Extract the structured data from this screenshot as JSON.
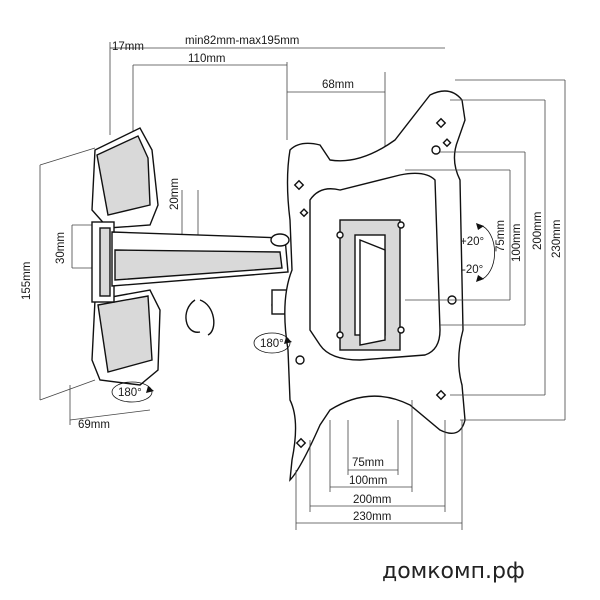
{
  "dimensions": {
    "top_range": "min82mm-max195mm",
    "d17": "17mm",
    "d110": "110mm",
    "d68": "68mm",
    "d20": "20mm",
    "d30": "30mm",
    "d155": "155mm",
    "d69": "69mm",
    "v75": "75mm",
    "v100": "100mm",
    "v200": "200mm",
    "v230": "230mm",
    "h75": "75mm",
    "h100": "100mm",
    "h200": "200mm",
    "h230": "230mm"
  },
  "rotations": {
    "tilt_up": "+20°",
    "tilt_down": "-20°",
    "swivel_arm": "180°",
    "swivel_wall": "180°"
  },
  "watermark": "домкомп.рф"
}
